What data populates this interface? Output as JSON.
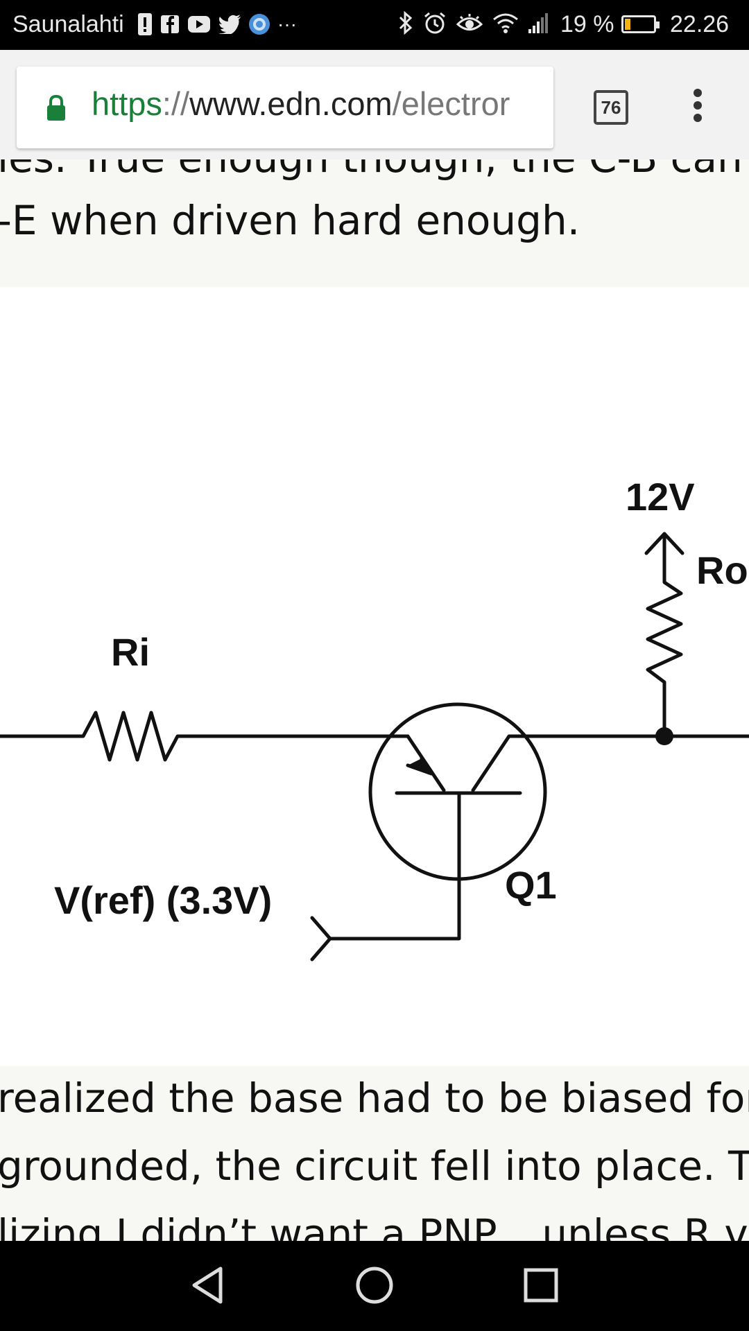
{
  "status_bar": {
    "carrier": "Saunalahti",
    "notification_icons": [
      "alert-icon",
      "facebook-icon",
      "youtube-icon",
      "twitter-icon",
      "app-icon"
    ],
    "more": "···",
    "system_icons": [
      "bluetooth-icon",
      "alarm-icon",
      "eye-icon",
      "wifi-icon",
      "signal-icon"
    ],
    "battery_percent": "19 %",
    "battery_level": 0.19,
    "time": "22.26"
  },
  "browser": {
    "url_scheme": "https",
    "url_separator": "://",
    "url_host": "www.edn.com",
    "url_path": "/electror",
    "tab_count": "76"
  },
  "article": {
    "line_top_partial": "ies. True enough though, the C-B can",
    "line_1": "-E when driven hard enough.",
    "line_2": "realized the base had to be biased for m",
    "line_3": "grounded, the circuit fell into place. Tha",
    "line_4": "lizing I didn’t want a PNP... unless R  v"
  },
  "schematic": {
    "supply_label": "12V",
    "ro_label": "Ro",
    "ri_label": "Ri",
    "q1_label": "Q1",
    "vref_label": "V(ref) (3.3V)"
  },
  "nav_bar": {
    "buttons": [
      "back-icon",
      "home-icon",
      "recents-icon"
    ]
  }
}
